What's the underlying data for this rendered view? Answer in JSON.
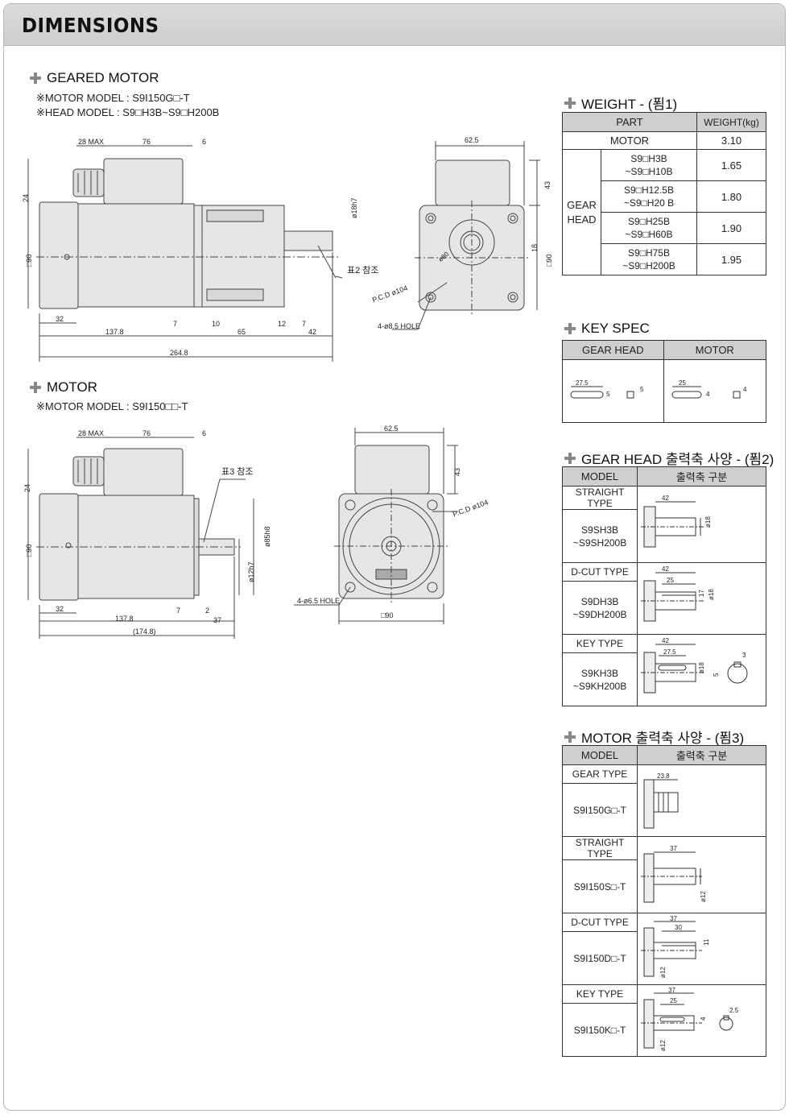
{
  "header": {
    "title": "DIMENSIONS"
  },
  "geared_motor": {
    "title": "GEARED MOTOR",
    "motor_model": "※MOTOR MODEL : S9I150G□-T",
    "head_model": "※HEAD MODEL  : S9□H3B~S9□H200B",
    "dims": {
      "max28": "28 MAX",
      "d76": "76",
      "d6": "6",
      "d24": "24",
      "sq90": "□90",
      "d32": "32",
      "d7a": "7",
      "d10": "10",
      "d12": "12",
      "d7b": "7",
      "d1378": "137.8",
      "d65": "65",
      "d42": "42",
      "d2648": "264.8",
      "shaft": "ø18h7",
      "ref": "표2 참조",
      "d625": "62.5",
      "d43": "43",
      "d18": "18",
      "sq90r": "□90",
      "bore": "ø80",
      "pcd": "P.C.D ø104",
      "hole": "4-ø8.5 HOLE"
    }
  },
  "motor": {
    "title": "MOTOR",
    "motor_model": "※MOTOR MODEL : S9I150□□-T",
    "dims": {
      "max28": "28 MAX",
      "d76": "76",
      "d6": "6",
      "d24": "24",
      "sq90": "□90",
      "d32": "32",
      "d7": "7",
      "d2": "2",
      "d1378": "137.8",
      "d37": "37",
      "d1748": "(174.8)",
      "ref": "표3 참조",
      "shaft": "ø12h7",
      "pilot": "ø85h8",
      "d625": "62.5",
      "d43": "43",
      "pcd": "P.C.D ø104",
      "hole": "4-ø6.5 HOLE",
      "sq90b": "□90"
    }
  },
  "weight": {
    "title": "WEIGHT - (푐1)",
    "headers": [
      "PART",
      "WEIGHT(kg)"
    ],
    "motor_label": "MOTOR",
    "motor_value": "3.10",
    "gear_head_label": "GEAR HEAD",
    "rows": [
      {
        "model": "S9□H3B\n~S9□H10B",
        "value": "1.65"
      },
      {
        "model": "S9□H12.5B\n~S9□H20 B",
        "value": "1.80"
      },
      {
        "model": "S9□H25B\n~S9□H60B",
        "value": "1.90"
      },
      {
        "model": "S9□H75B\n~S9□H200B",
        "value": "1.95"
      }
    ]
  },
  "key_spec": {
    "title": "KEY SPEC",
    "headers": [
      "GEAR HEAD",
      "MOTOR"
    ],
    "gear_head": {
      "length": "27.5",
      "height": "5",
      "width": "5"
    },
    "motor": {
      "length": "25",
      "height": "4",
      "width": "4"
    }
  },
  "gear_head_shaft": {
    "title": "GEAR HEAD 출력축 사양 - (푐2)",
    "headers": [
      "MODEL",
      "출력축 구분"
    ],
    "rows": [
      {
        "type": "STRAIGHT TYPE",
        "model": "S9SH3B\n~S9SH200B",
        "dims": [
          "42",
          "ø18"
        ]
      },
      {
        "type": "D-CUT TYPE",
        "model": "S9DH3B\n~S9DH200B",
        "dims": [
          "42",
          "25",
          "17",
          "ø18"
        ]
      },
      {
        "type": "KEY TYPE",
        "model": "S9KH3B\n~S9KH200B",
        "dims": [
          "42",
          "27.5",
          "ø18",
          "5",
          "3"
        ]
      }
    ]
  },
  "motor_shaft": {
    "title": "MOTOR 출력축 사양 - (푐3)",
    "headers": [
      "MODEL",
      "출력축 구분"
    ],
    "rows": [
      {
        "type": "GEAR TYPE",
        "model": "S9I150G□-T",
        "dims": [
          "23.8"
        ]
      },
      {
        "type": "STRAIGHT TYPE",
        "model": "S9I150S□-T",
        "dims": [
          "37",
          "ø12"
        ]
      },
      {
        "type": "D-CUT TYPE",
        "model": "S9I150D□-T",
        "dims": [
          "37",
          "30",
          "11",
          "ø12"
        ]
      },
      {
        "type": "KEY TYPE",
        "model": "S9I150K□-T",
        "dims": [
          "37",
          "25",
          "4",
          "2.5",
          "ø12"
        ]
      }
    ]
  }
}
